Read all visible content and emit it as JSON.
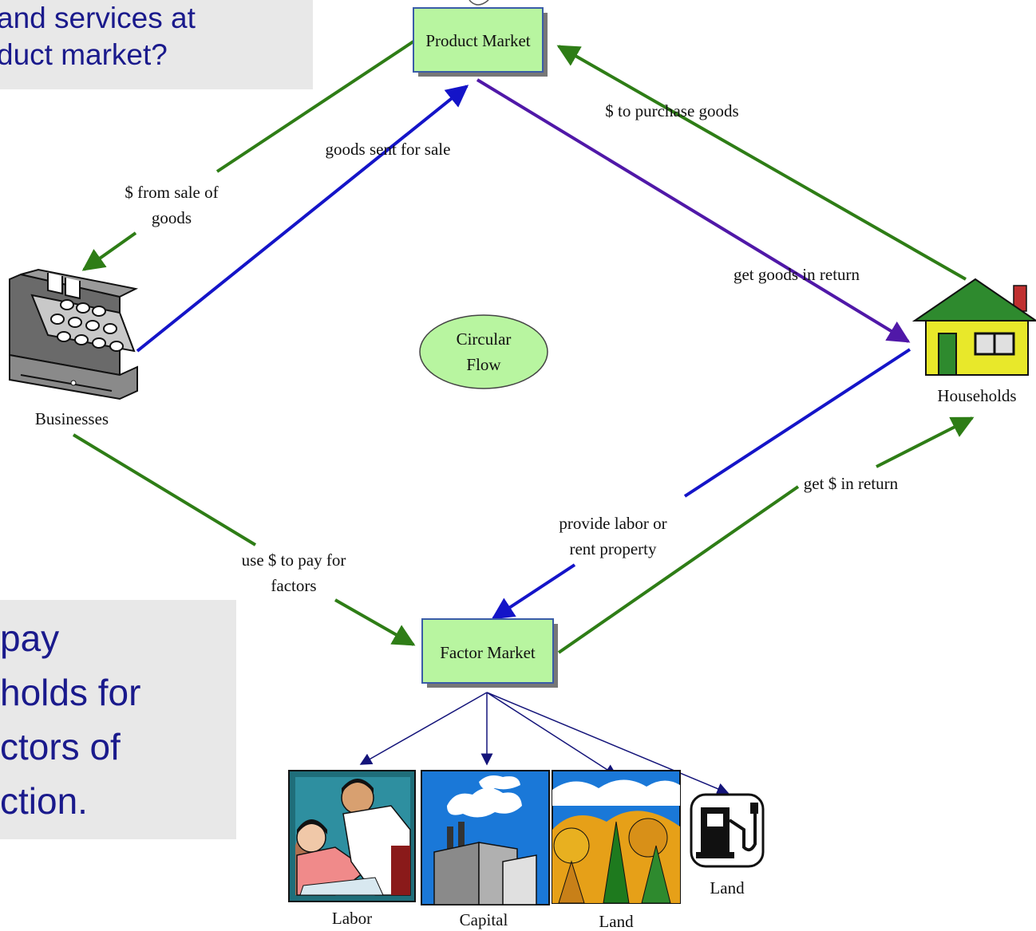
{
  "callouts": {
    "top": [
      "and services at",
      "duct market?"
    ],
    "bottom": [
      "pay",
      "holds for",
      "ctors of",
      "ction."
    ]
  },
  "nodes": {
    "product_market": "Product Market",
    "factor_market": "Factor Market",
    "circular_flow": [
      "Circular",
      "Flow"
    ],
    "businesses": "Businesses",
    "households": "Households"
  },
  "flows": {
    "to_purchase_goods": "$ to purchase goods",
    "goods_sent_for_sale": "goods sent for sale",
    "from_sale_of_goods": [
      "$ from sale of",
      "goods"
    ],
    "get_goods_in_return": "get goods in return",
    "get_money_in_return": "get $ in return",
    "provide_labor": [
      "provide labor or",
      "rent  property"
    ],
    "use_money_to_pay": [
      "use $ to pay for",
      "factors"
    ]
  },
  "factors": {
    "labor": "Labor",
    "capital": "Capital",
    "land": "Land",
    "land_fuel": "Land"
  },
  "colors": {
    "green_arrow": "#2e7d16",
    "blue_arrow": "#1414c8",
    "purple_arrow": "#5018a8",
    "navy_arrow": "#14147a",
    "box_fill": "#b8f5a0",
    "ellipse_fill": "#b8f5a0"
  }
}
